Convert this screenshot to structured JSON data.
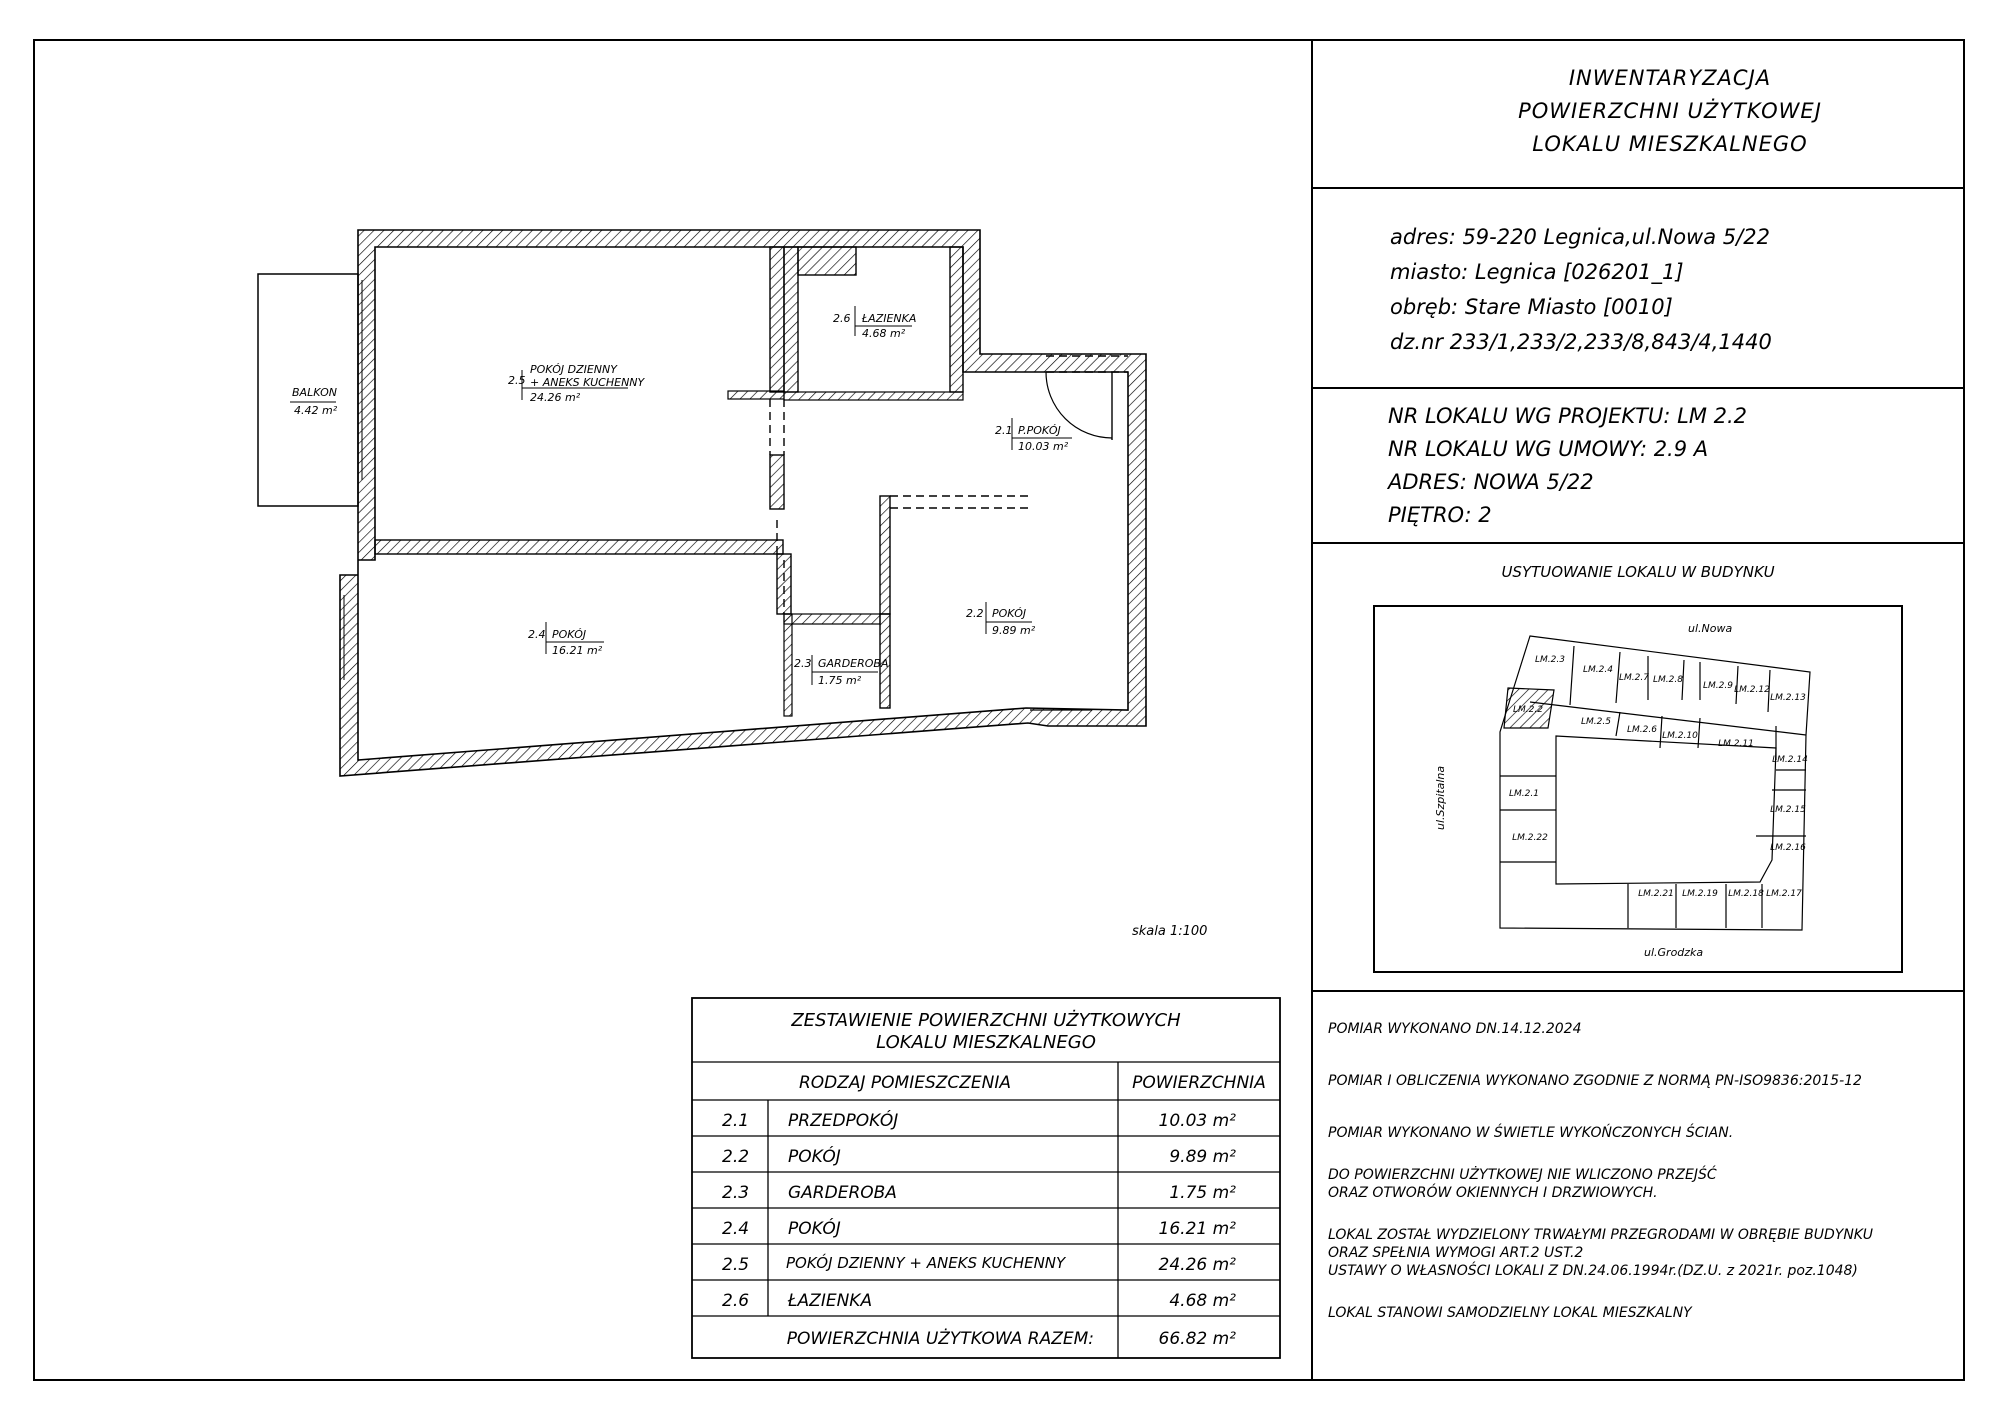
{
  "header": {
    "title_lines": [
      "INWENTARYZACJA",
      "POWIERZCHNI UŻYTKOWEJ",
      "LOKALU MIESZKALNEGO"
    ]
  },
  "address": {
    "lines": [
      "adres: 59-220  Legnica,ul.Nowa  5/22",
      "miasto: Legnica  [026201_1]",
      "obręb: Stare Miasto  [0010]",
      "dz.nr  233/1,233/2,233/8,843/4,1440"
    ]
  },
  "unit_info": {
    "lines": [
      "NR  LOKALU  WG  PROJEKTU: LM  2.2",
      "NR  LOKALU  WG  UMOWY: 2.9  A",
      "ADRES: NOWA  5/22",
      "PIĘTRO: 2"
    ]
  },
  "location": {
    "title": "USYTUOWANIE  LOKALU  W  BUDYNKU",
    "streets": {
      "top": "ul.Nowa",
      "left": "ul.Szpitalna",
      "bottom": "ul.Grodzka"
    },
    "units": [
      "LM.2.3",
      "LM.2.4",
      "LM.2.7",
      "LM.2.8",
      "LM.2.9",
      "LM.2.12",
      "LM.2.13",
      "LM.2.2",
      "LM.2.5",
      "LM.2.6",
      "LM.2.10",
      "LM.2.11",
      "LM.2.14",
      "LM.2.1",
      "LM.2.15",
      "LM.2.22",
      "LM.2.16",
      "LM.2.21",
      "LM.2.19",
      "LM.2.18",
      "LM.2.17"
    ]
  },
  "notes": [
    "POMIAR  WYKONANO  DN.14.12.2024",
    "POMIAR  I OBLICZENIA  WYKONANO  ZGODNIE  Z  NORMĄ  PN-ISO9836:2015-12",
    "POMIAR  WYKONANO  W  ŚWIETLE  WYKOŃCZONYCH  ŚCIAN.",
    "DO  POWIERZCHNI UŻYTKOWEJ  NIE  WLICZONO  PRZEJŚĆ",
    "ORAZ  OTWORÓW  OKIENNYCH  I DRZWIOWYCH.",
    "LOKAL  ZOSTAŁ  WYDZIELONY  TRWAŁYMI PRZEGRODAMI W  OBRĘBIE  BUDYNKU",
    "ORAZ  SPEŁNIA  WYMOGI ART.2  UST.2",
    "USTAWY  O  WŁASNOŚCI LOKALI Z  DN.24.06.1994r.(DZ.U. z  2021r. poz.1048)",
    "LOKAL  STANOWI SAMODZIELNY  LOKAL  MIESZKALNY"
  ],
  "plan": {
    "scale": "skala 1:100",
    "balcony": {
      "name": "BALKON",
      "area": "4.42  m²"
    },
    "rooms": [
      {
        "no": "2.5",
        "name": "POKÓJ DZIENNY",
        "name2": "+ ANEKS  KUCHENNY",
        "area": "24.26 m²"
      },
      {
        "no": "2.6",
        "name": "ŁAZIENKA",
        "area": "4.68 m²"
      },
      {
        "no": "2.1",
        "name": "P.POKÓJ",
        "area": "10.03  m²"
      },
      {
        "no": "2.4",
        "name": "POKÓJ",
        "area": "16.21  m²"
      },
      {
        "no": "2.2",
        "name": "POKÓJ",
        "area": "9.89 m²"
      },
      {
        "no": "2.3",
        "name": "GARDEROBA",
        "area": "1.75  m²"
      }
    ]
  },
  "table": {
    "title1": "ZESTAWIENIE  POWIERZCHNI UŻYTKOWYCH",
    "title2": "LOKALU  MIESZKALNEGO",
    "col_type": "RODZAJ  POMIESZCZENIA",
    "col_area": "POWIERZCHNIA",
    "rows": [
      {
        "no": "2.1",
        "name": "PRZEDPOKÓJ",
        "area": "10.03  m²"
      },
      {
        "no": "2.2",
        "name": "POKÓJ",
        "area": "9.89  m²"
      },
      {
        "no": "2.3",
        "name": "GARDEROBA",
        "area": "1.75  m²"
      },
      {
        "no": "2.4",
        "name": "POKÓJ",
        "area": "16.21  m²"
      },
      {
        "no": "2.5",
        "name": "POKÓJ  DZIENNY  +  ANEKS  KUCHENNY",
        "area": "24.26  m²"
      },
      {
        "no": "2.6",
        "name": "ŁAZIENKA",
        "area": "4.68  m²"
      }
    ],
    "total_label": "POWIERZCHNIA  UŻYTKOWA  RAZEM:",
    "total_value": "66.82  m²"
  }
}
